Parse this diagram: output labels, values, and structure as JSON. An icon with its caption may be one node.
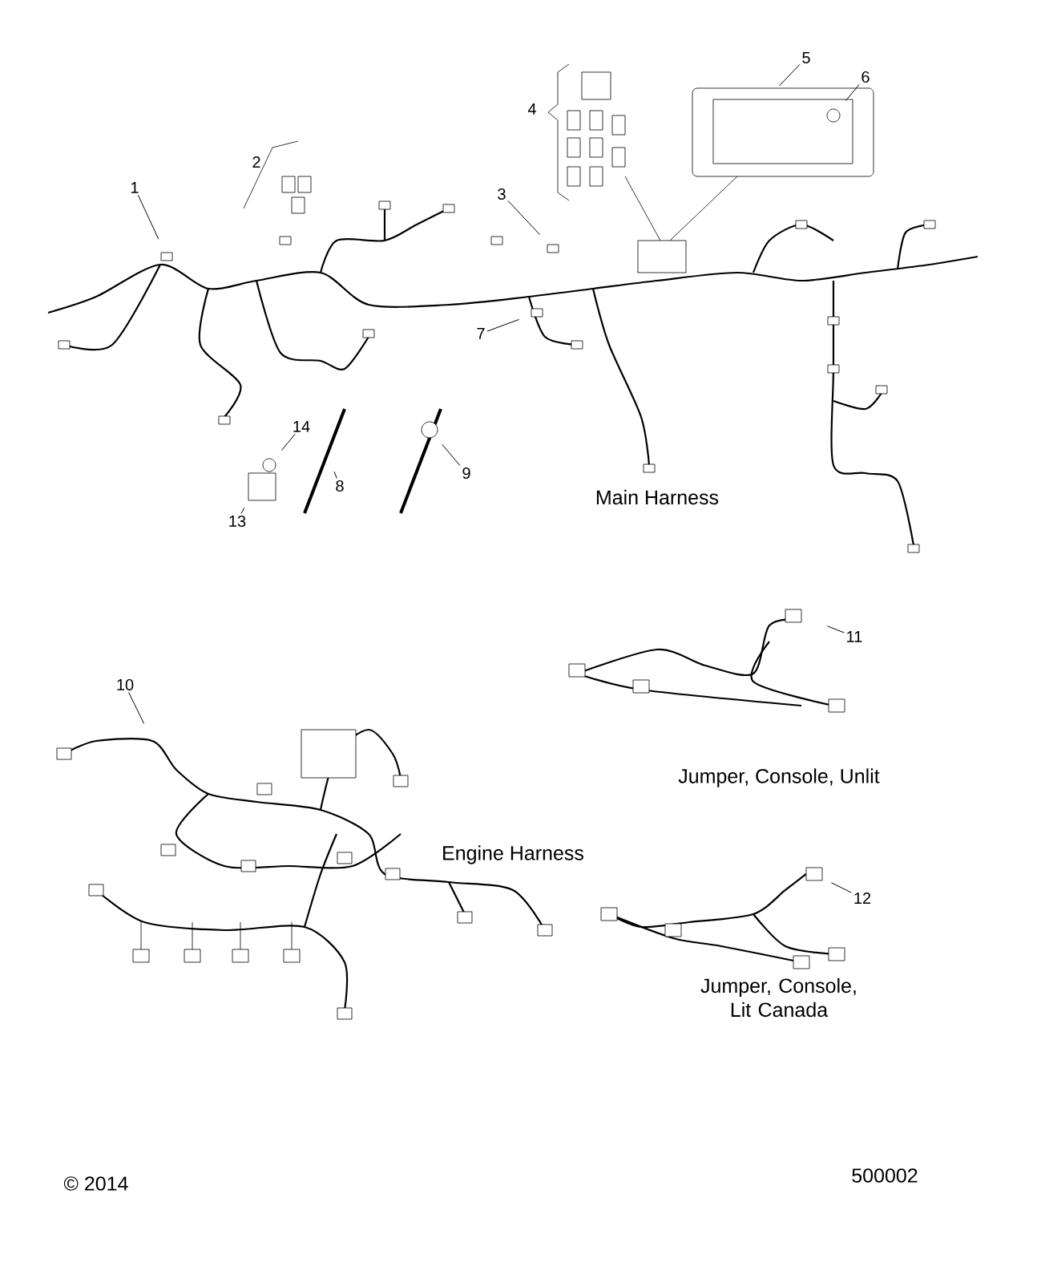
{
  "diagram": {
    "nodes": [
      {
        "text": [
          "1"
        ]
      },
      {
        "text": [
          "3"
        ]
      },
      {
        "text": [
          "5"
        ]
      },
      {
        "text": [
          "6"
        ]
      },
      {
        "text": [
          "7"
        ]
      },
      {
        "text": [
          "8"
        ]
      },
      {
        "text": [
          "9"
        ]
      },
      {
        "text": [
          "10"
        ]
      },
      {
        "text": [
          "11"
        ]
      },
      {
        "text": [
          "12"
        ]
      },
      {
        "text": [
          "13"
        ]
      },
      {
        "text": [
          "14"
        ]
      }
    ],
    "edges": [
      {
        "from": 0,
        "to": null,
        "arrow": "none"
      },
      {
        "from": 1,
        "to": null,
        "arrow": "none"
      },
      {
        "from": 2,
        "to": null,
        "arrow": "none"
      },
      {
        "from": 3,
        "to": null,
        "arrow": "none"
      },
      {
        "from": 4,
        "to": null,
        "arrow": "none"
      },
      {
        "from": 5,
        "to": null,
        "arrow": "none"
      },
      {
        "from": 6,
        "to": null,
        "arrow": "none"
      },
      {
        "from": 7,
        "to": null,
        "arrow": "none"
      },
      {
        "from": 8,
        "to": null,
        "arrow": "none"
      },
      {
        "from": 9,
        "to": null,
        "arrow": "none"
      },
      {
        "from": 10,
        "to": null,
        "arrow": "none"
      },
      {
        "from": 11,
        "to": null,
        "arrow": "none"
      }
    ],
    "labels": [
      "2",
      "4",
      "Main Harness",
      "Engine Harness",
      "Jumper, Console, Unlit",
      "Jumper, Console, Lit Canada",
      "© 2014",
      "500002"
    ]
  }
}
